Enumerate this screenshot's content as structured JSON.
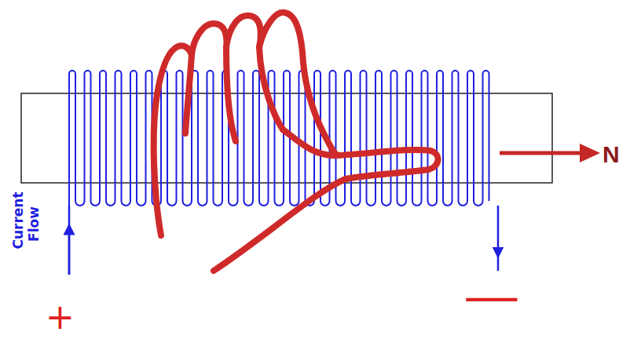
{
  "diagram": {
    "labels": [
      "Current Flow",
      "N",
      "+",
      "−"
    ]
  }
}
